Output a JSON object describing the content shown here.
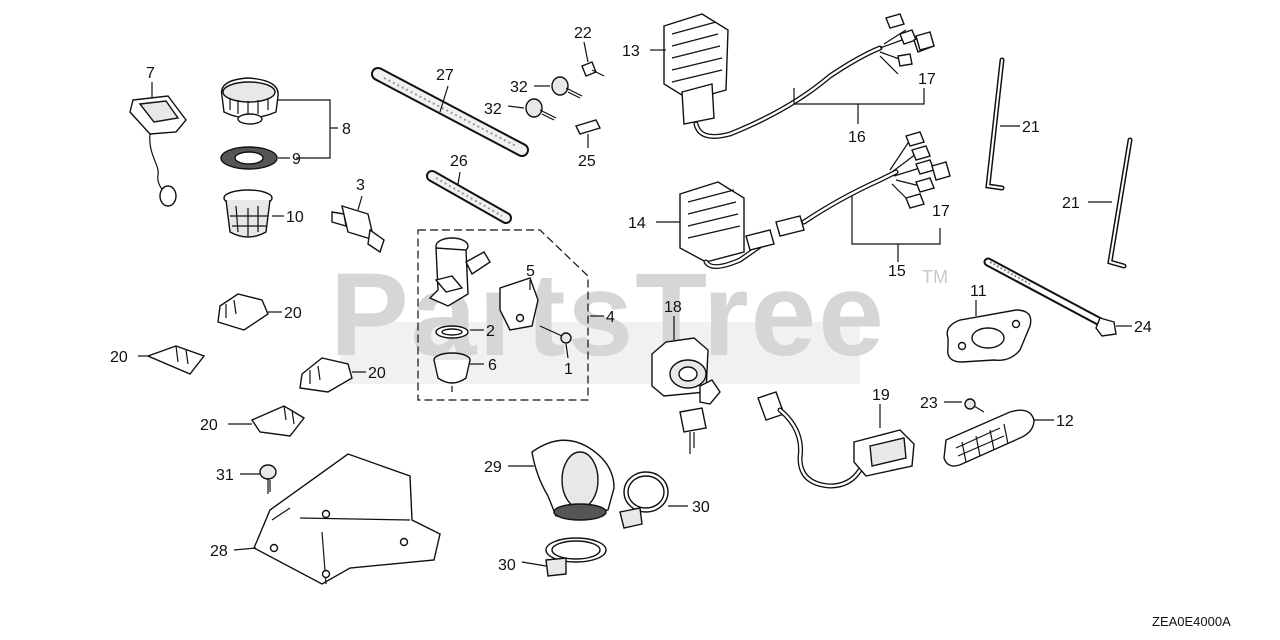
{
  "watermark": {
    "text": "PartsTree",
    "trademark": "TM"
  },
  "diagram_code": "ZEA0E4000A",
  "callouts": [
    {
      "id": "c7",
      "text": "7"
    },
    {
      "id": "c8",
      "text": "8"
    },
    {
      "id": "c9",
      "text": "9"
    },
    {
      "id": "c10",
      "text": "10"
    },
    {
      "id": "c3",
      "text": "3"
    },
    {
      "id": "c27",
      "text": "27"
    },
    {
      "id": "c26",
      "text": "26"
    },
    {
      "id": "c22",
      "text": "22"
    },
    {
      "id": "c32a",
      "text": "32"
    },
    {
      "id": "c32b",
      "text": "32"
    },
    {
      "id": "c25",
      "text": "25"
    },
    {
      "id": "c13",
      "text": "13"
    },
    {
      "id": "c17a",
      "text": "17"
    },
    {
      "id": "c16",
      "text": "16"
    },
    {
      "id": "c14",
      "text": "14"
    },
    {
      "id": "c17b",
      "text": "17"
    },
    {
      "id": "c15",
      "text": "15"
    },
    {
      "id": "c21a",
      "text": "21"
    },
    {
      "id": "c21b",
      "text": "21"
    },
    {
      "id": "c5",
      "text": "5"
    },
    {
      "id": "c4",
      "text": "4"
    },
    {
      "id": "c2",
      "text": "2"
    },
    {
      "id": "c6",
      "text": "6"
    },
    {
      "id": "c1",
      "text": "1"
    },
    {
      "id": "c18",
      "text": "18"
    },
    {
      "id": "c11",
      "text": "11"
    },
    {
      "id": "c24",
      "text": "24"
    },
    {
      "id": "c19",
      "text": "19"
    },
    {
      "id": "c23",
      "text": "23"
    },
    {
      "id": "c12",
      "text": "12"
    },
    {
      "id": "c20a",
      "text": "20"
    },
    {
      "id": "c20b",
      "text": "20"
    },
    {
      "id": "c20c",
      "text": "20"
    },
    {
      "id": "c20d",
      "text": "20"
    },
    {
      "id": "c31",
      "text": "31"
    },
    {
      "id": "c28",
      "text": "28"
    },
    {
      "id": "c29",
      "text": "29"
    },
    {
      "id": "c30a",
      "text": "30"
    },
    {
      "id": "c30b",
      "text": "30"
    }
  ]
}
